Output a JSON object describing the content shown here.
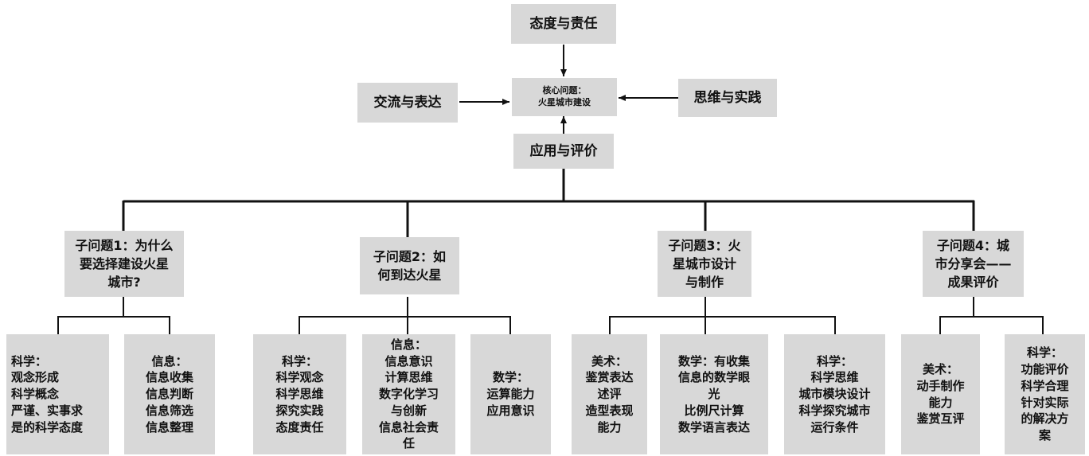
{
  "core": "核心问题：\n火星城市建设",
  "top": {
    "attitude": "态度与责任",
    "communication": "交流与表达",
    "thinking": "思维与实践",
    "application": "应用与评价"
  },
  "sub": [
    {
      "label": "子问题1：为什么\n要选择建设火星\n城市?",
      "leaves": [
        "科学：\n观念形成\n科学概念\n严谨、实事求\n是的科学态度",
        "信息：\n信息收集\n信息判断\n信息筛选\n信息整理"
      ]
    },
    {
      "label": "子问题2：如\n何到达火星",
      "leaves": [
        "科学：\n科学观念\n科学思维\n探究实践\n态度责任",
        "信息：\n信息意识\n计算思维\n数字化学习\n与创新\n信息社会责\n任",
        "数学：\n运算能力\n应用意识"
      ]
    },
    {
      "label": "子问题3：火\n星城市设计\n与制作",
      "leaves": [
        "美术：\n鉴赏表达\n述评\n造型表现\n能力",
        "数学：有收集\n信息的数学眼\n光\n比例尺计算\n数学语言表达",
        "科学：\n科学思维\n城市模块设计\n科学探究城市\n运行条件"
      ]
    },
    {
      "label": "子问题4：城\n市分享会——\n成果评价",
      "leaves": [
        "美术：\n动手制作\n能力\n鉴赏互评",
        "科学：\n功能评价\n科学合理\n针对实际\n的解决方\n案"
      ]
    }
  ]
}
